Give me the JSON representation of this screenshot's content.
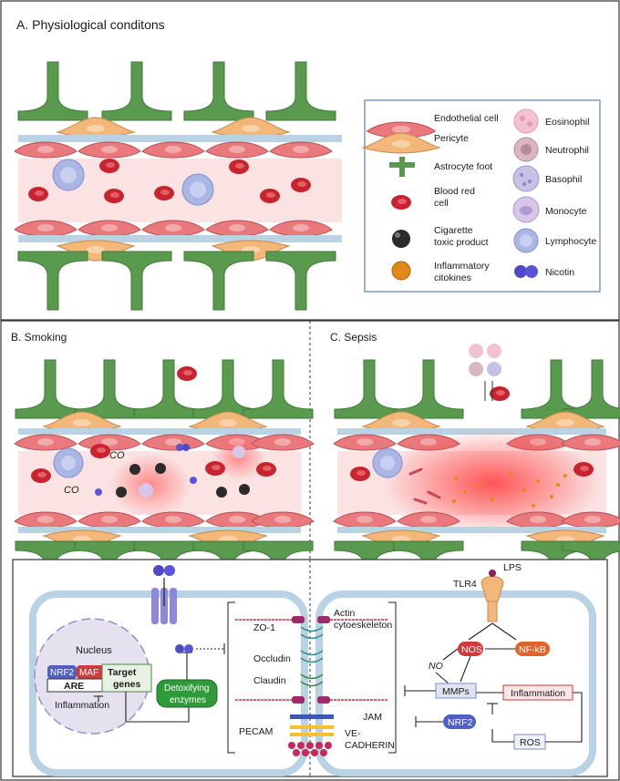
{
  "panel_a": {
    "title": "A. Physiological conditons"
  },
  "panel_b": {
    "title": "B. Smoking",
    "co1": "CO",
    "co2": "CO"
  },
  "panel_c": {
    "title": "C. Sepsis"
  },
  "legend": {
    "endothelial": "Endothelial cell",
    "pericyte": "Pericyte",
    "astrocyte": "Astrocyte foot",
    "rbc_1": "Blood red",
    "rbc_2": "cell",
    "cig_1": "Cigarette",
    "cig_2": "toxic product",
    "infl_1": "Inflammatory",
    "infl_2": "citokines",
    "eosinophil": "Eosinophil",
    "neutrophil": "Neutrophil",
    "basophil": "Basophil",
    "monocyte": "Monocyte",
    "lymphocyte": "Lymphocyte",
    "nicotin": "Nicotin"
  },
  "detail": {
    "nucleus": "Nucleus",
    "nrf2": "NRF2",
    "maf": "MAF",
    "are": "ARE",
    "target_1": "Target",
    "target_2": "genes",
    "inflammation_left": "Inflammation",
    "detox_1": "Detoxifying",
    "detox_2": "enzymes",
    "zo1": "ZO-1",
    "occludin": "Occludin",
    "claudin": "Claudin",
    "pecam": "PECAM",
    "jam": "JAM",
    "ve_1": "VE-",
    "ve_2": "CADHERIN",
    "actin_1": "Actin",
    "actin_2": "cytoeskeleton",
    "tlr4": "TLR4",
    "lps": "LPS",
    "nos": "NOS",
    "nfkb": "NF-kB",
    "no": "NO",
    "mmps": "MMPs",
    "inflammation_right": "Inflammation",
    "nrf2_right": "NRF2",
    "ros": "ROS"
  },
  "colors": {
    "endothelial": "#e9797c",
    "pericyte": "#f4b77a",
    "astrocyte": "#5a9a4f",
    "astrocyte_dark": "#3f7a3a",
    "rbc": "#c8242f",
    "vessel_bg": "#fbe3e3",
    "membrane": "#b9d3e4",
    "legend_border": "#7a9ccc",
    "nos_fill": "#cf3b3b",
    "nfkb_fill": "#e0632a",
    "nrf2_fill": "#4f5fc4",
    "detox_fill": "#2f9a3a"
  }
}
